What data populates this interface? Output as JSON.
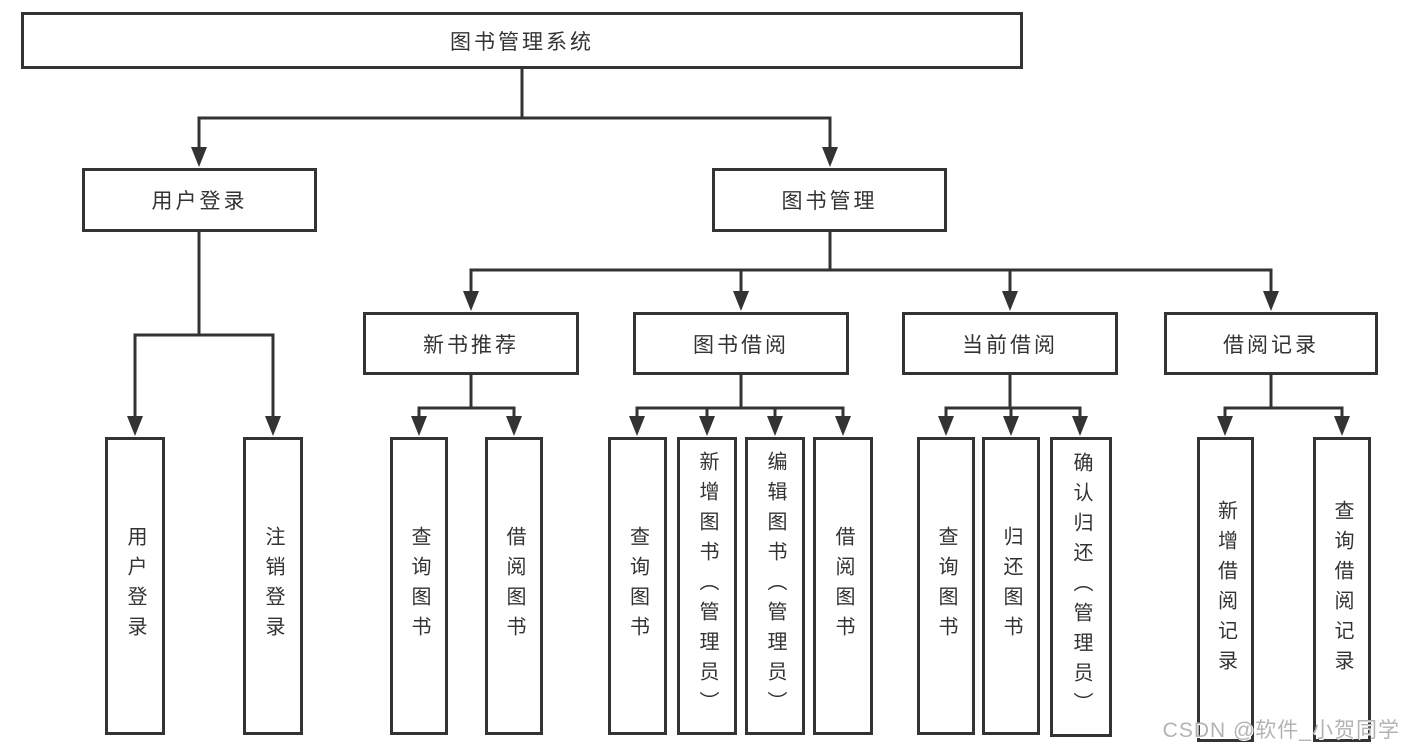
{
  "diagram": {
    "type": "tree",
    "line_color": "#333333",
    "text_color": "#333333",
    "background": "#ffffff",
    "root": {
      "label": "图书管理系统"
    },
    "branches": {
      "user_login": {
        "label": "用户登录",
        "children": [
          "用户登录",
          "注销登录"
        ]
      },
      "book_management": {
        "label": "图书管理",
        "sections": {
          "new_book_recommend": {
            "label": "新书推荐",
            "children": [
              "查询图书",
              "借阅图书"
            ]
          },
          "book_borrowing": {
            "label": "图书借阅",
            "children": [
              "查询图书",
              "新增图书（管理员）",
              "编辑图书（管理员）",
              "借阅图书"
            ]
          },
          "current_borrowing": {
            "label": "当前借阅",
            "children": [
              "查询图书",
              "归还图书",
              "确认归还（管理员）"
            ]
          },
          "borrowing_records": {
            "label": "借阅记录",
            "children": [
              "新增借阅记录",
              "查询借阅记录"
            ]
          }
        }
      }
    }
  },
  "watermark": {
    "text": "CSDN @软件_小贺同学",
    "color": "#b3b3b3"
  }
}
